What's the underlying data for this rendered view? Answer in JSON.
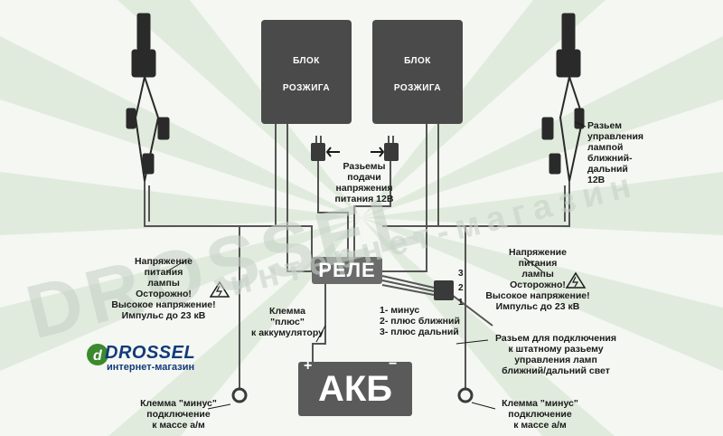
{
  "units": {
    "left": {
      "line1": "БЛОК",
      "line2": "РОЗЖИГА"
    },
    "right": {
      "line1": "БЛОК",
      "line2": "РОЗЖИГА"
    }
  },
  "relay_label": "РЕЛЕ",
  "battery_label": "АКБ",
  "battery_plus": "+",
  "battery_minus": "−",
  "labels": {
    "power_connectors": "Разьемы\nподачи\nнапряжения\nпитания 12В",
    "lamp_control": "Разьем\nуправления\nлампой\nближний-\nдальний\n12В",
    "lamp_voltage_left": "Напряжение\nпитания\nлампы\nОсторожно!\nВысокое напряжение!\nИмпульс до 23 кВ",
    "lamp_voltage_right": "Напряжение\nпитания\nлампы\nОсторожно!\nВысокое напряжение!\nИмпульс до 23 кВ",
    "plus_clamp": "Клемма\n\"плюс\"\nк аккумулятору",
    "wires_legend": "1- минус\n2- плюс ближний\n3- плюс дальний",
    "connector_desc": "Разьем для подключения\nк штатному разьему\nуправления ламп\nближний/дальний свет",
    "minus_left": "Клемма \"минус\"\nподключение\nк массе а/м",
    "minus_right": "Клемма \"минус\"\nподключение\nк массе а/м"
  },
  "pins": [
    "3",
    "2",
    "1"
  ],
  "logo": {
    "brand": "DROSSEL",
    "sub": "интернет-магазин"
  },
  "watermark": {
    "brand": "DROSSEL",
    "sub": "интернет-магазин"
  },
  "colors": {
    "unit": "#4a4a4a",
    "relay": "#6b6b6b",
    "battery": "#5a5a5a",
    "wire": "#555555",
    "logo": "#123a7a",
    "logo_accent": "#3c8a2e"
  }
}
